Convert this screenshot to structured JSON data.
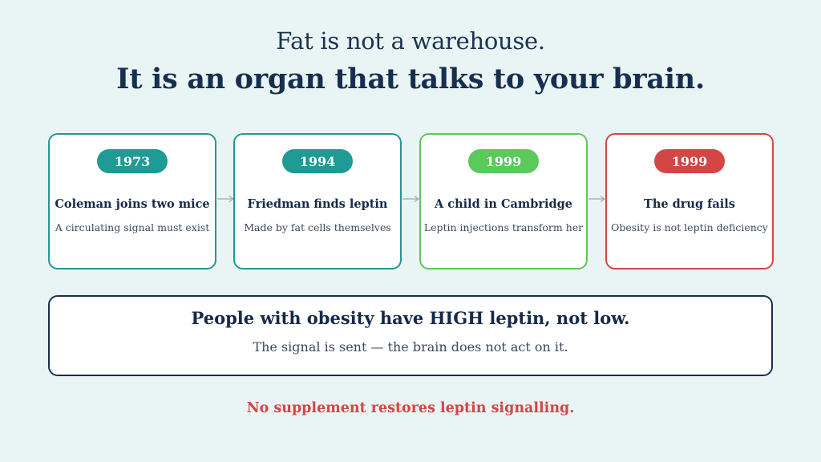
{
  "heading": {
    "line1": "Fat is not a warehouse.",
    "line2": "It is an organ that talks to your brain."
  },
  "timeline": [
    {
      "year": "1973",
      "title": "Coleman joins two mice",
      "subtitle": "A circulating signal must exist",
      "color": "#1f9a95"
    },
    {
      "year": "1994",
      "title": "Friedman finds leptin",
      "subtitle": "Made by fat cells themselves",
      "color": "#1f9a95"
    },
    {
      "year": "1999",
      "title": "A child in Cambridge",
      "subtitle": "Leptin injections transform her",
      "color": "#5bc95b"
    },
    {
      "year": "1999",
      "title": "The drug fails",
      "subtitle": "Obesity is not leptin deficiency",
      "color": "#d64545"
    }
  ],
  "callout": {
    "title": "People with obesity have HIGH leptin, not low.",
    "subtitle": "The signal is sent — the brain does not act on it."
  },
  "footer": {
    "text": "No supplement restores leptin signalling.",
    "color": "#d64545"
  }
}
